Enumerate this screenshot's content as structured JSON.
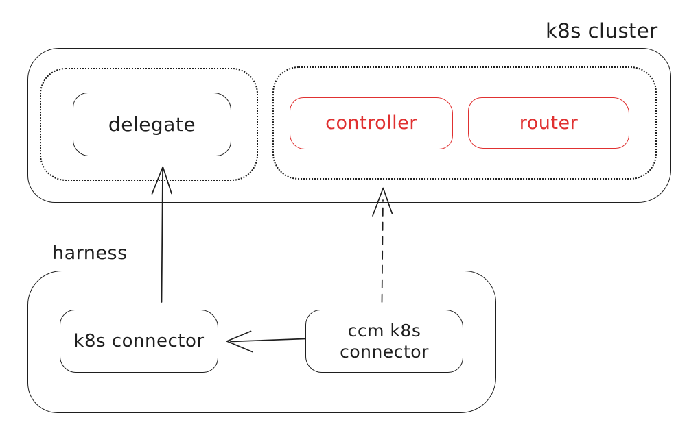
{
  "diagram": {
    "k8s_cluster": {
      "label": "k8s cluster",
      "delegate_group": {
        "delegate_label": "delegate"
      },
      "ccm_group": {
        "controller_label": "controller",
        "router_label": "router"
      }
    },
    "harness": {
      "label": "harness",
      "k8s_connector_label": "k8s connector",
      "ccm_k8s_connector_label": "ccm k8s connector"
    },
    "edges": [
      {
        "from": "k8s connector",
        "to": "delegate",
        "style": "solid",
        "direction": "up"
      },
      {
        "from": "ccm k8s connector",
        "to": "ccm group",
        "style": "dashed",
        "direction": "up"
      },
      {
        "from": "ccm k8s connector",
        "to": "k8s connector",
        "style": "solid",
        "direction": "left"
      }
    ],
    "colors": {
      "stroke": "#1e1e1e",
      "accent_red": "#e03131",
      "background": "#ffffff"
    },
    "style": "hand-drawn sketch (excalidraw)"
  }
}
